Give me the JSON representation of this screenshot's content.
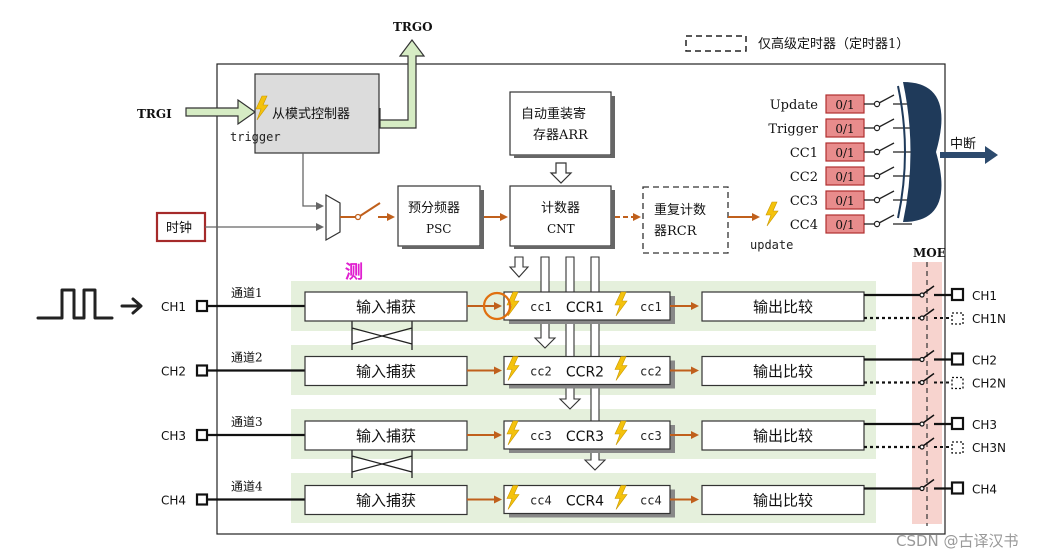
{
  "legend": {
    "text": "仅高级定时器（定时器1）"
  },
  "trgo": "TRGO",
  "trgi": "TRGI",
  "slave": {
    "label": "从模式控制器",
    "sub": "trigger"
  },
  "clock": "时钟",
  "psc": {
    "l1": "预分频器",
    "l2": "PSC"
  },
  "cnt": {
    "l1": "计数器",
    "l2": "CNT"
  },
  "arr": {
    "l1": "自动重装寄",
    "l2": "存器ARR"
  },
  "rcr": {
    "l1": "重复计数",
    "l2": "器RCR"
  },
  "update_event": "update",
  "interrupt": {
    "labels": [
      "Update",
      "Trigger",
      "CC1",
      "CC2",
      "CC3",
      "CC4"
    ],
    "value": "0/1",
    "output": "中断"
  },
  "moe": "MOE",
  "annotation": "测",
  "channels": [
    {
      "input": "CH1",
      "name": "通道1",
      "capture": "输入捕获",
      "ccr": "CCR1",
      "cc": "cc1",
      "compare": "输出比较",
      "out": "CH1",
      "outn": "CH1N"
    },
    {
      "input": "CH2",
      "name": "通道2",
      "capture": "输入捕获",
      "ccr": "CCR2",
      "cc": "cc2",
      "compare": "输出比较",
      "out": "CH2",
      "outn": "CH2N"
    },
    {
      "input": "CH3",
      "name": "通道3",
      "capture": "输入捕获",
      "ccr": "CCR3",
      "cc": "cc3",
      "compare": "输出比较",
      "out": "CH3",
      "outn": "CH3N"
    },
    {
      "input": "CH4",
      "name": "通道4",
      "capture": "输入捕获",
      "ccr": "CCR4",
      "cc": "cc4",
      "compare": "输出比较",
      "out": "CH4",
      "outn": ""
    }
  ],
  "watermark": "CSDN @古译汉书",
  "colors": {
    "accent_orange": "#c0601c",
    "green_band": "#e5f0dc",
    "moe_band": "#f7d3ce",
    "flag_fill": "#e88c8c",
    "flag_stroke": "#b03030",
    "clock_border": "#a52a2a",
    "lightning": "#f4c20d",
    "annotation": "#e020d0"
  }
}
